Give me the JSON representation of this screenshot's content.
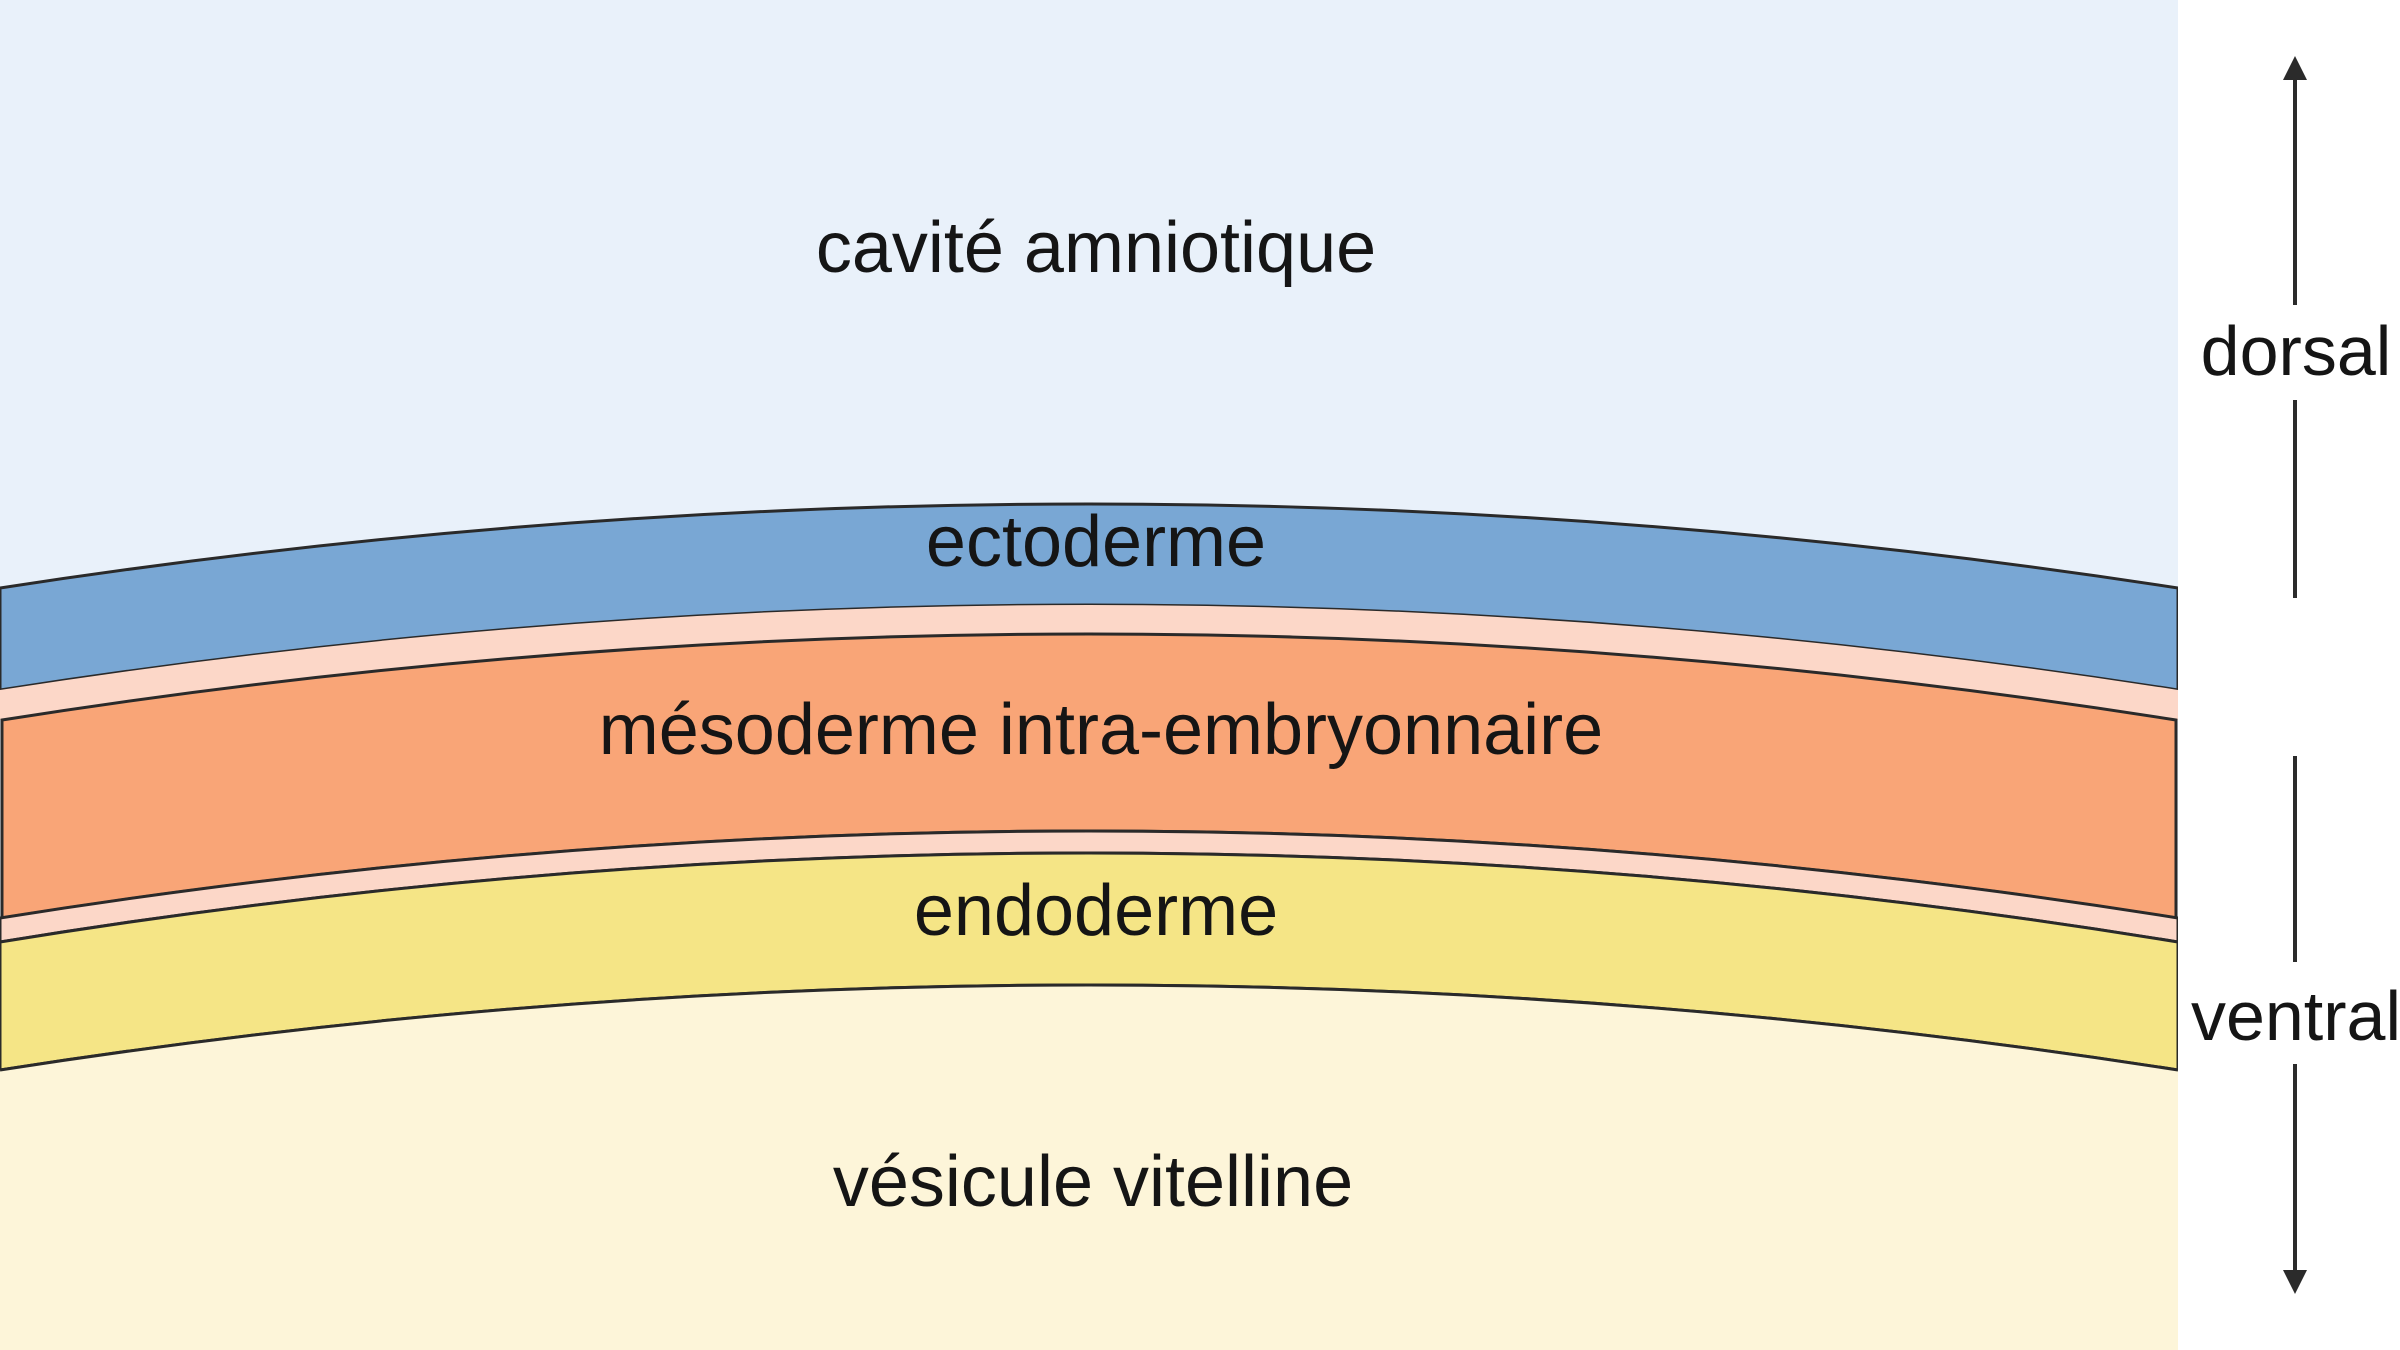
{
  "diagram": {
    "regions": {
      "amniotic_cavity": {
        "label": "cavité amniotique",
        "color": "#e9f1fa"
      },
      "ectoderm": {
        "label": "ectoderme",
        "color": "#79a7d4"
      },
      "mesoderm": {
        "label": "mésoderme intra-embryonnaire",
        "color": "#f9a577"
      },
      "endoderm": {
        "label": "endoderme",
        "color": "#f5e586"
      },
      "yolk_sac": {
        "label": "vésicule vitelline",
        "color": "#fdf5d9"
      },
      "interlayer_gap": {
        "color": "#fcd7c8"
      }
    },
    "axis": {
      "dorsal_label": "dorsal",
      "ventral_label": "ventral",
      "color": "#2b2b2b"
    },
    "outline_color": "#2a2a2a",
    "side_background": "#ffffff"
  }
}
